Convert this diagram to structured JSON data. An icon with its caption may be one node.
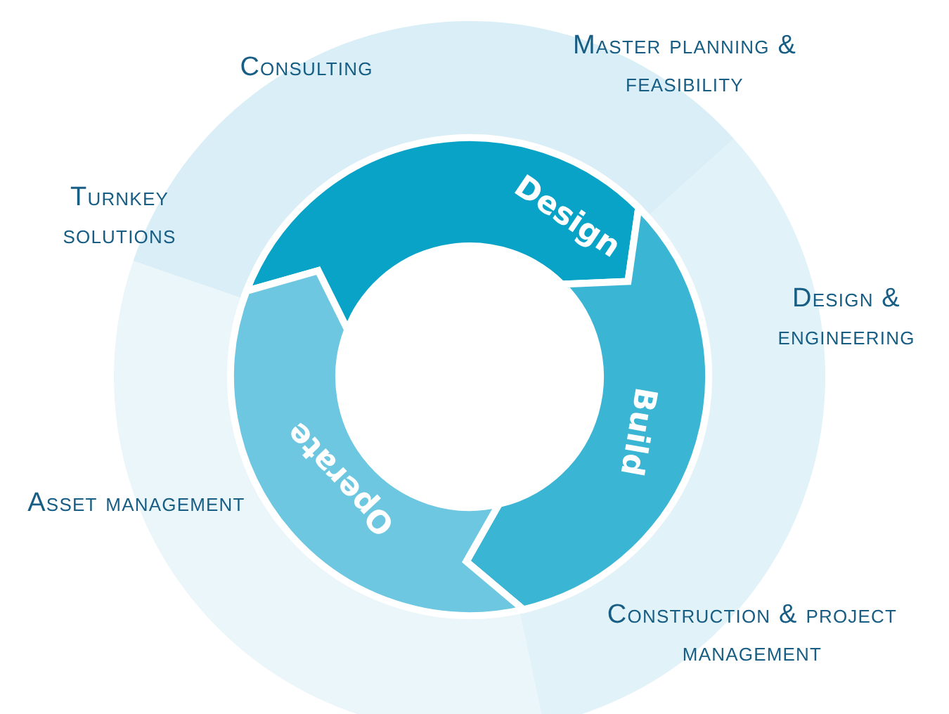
{
  "diagram": {
    "nodes": [
      {
        "text": [
          "Consulting",
          "Master planning & feasibility",
          "Turnkey solutions"
        ]
      },
      {
        "text": [
          "Design & engineering",
          "Construction & project management"
        ]
      },
      {
        "text": [
          "Asset management"
        ]
      },
      {
        "text": [
          "Design"
        ]
      },
      {
        "text": [
          "Build"
        ]
      },
      {
        "text": [
          "Operate"
        ]
      }
    ]
  }
}
